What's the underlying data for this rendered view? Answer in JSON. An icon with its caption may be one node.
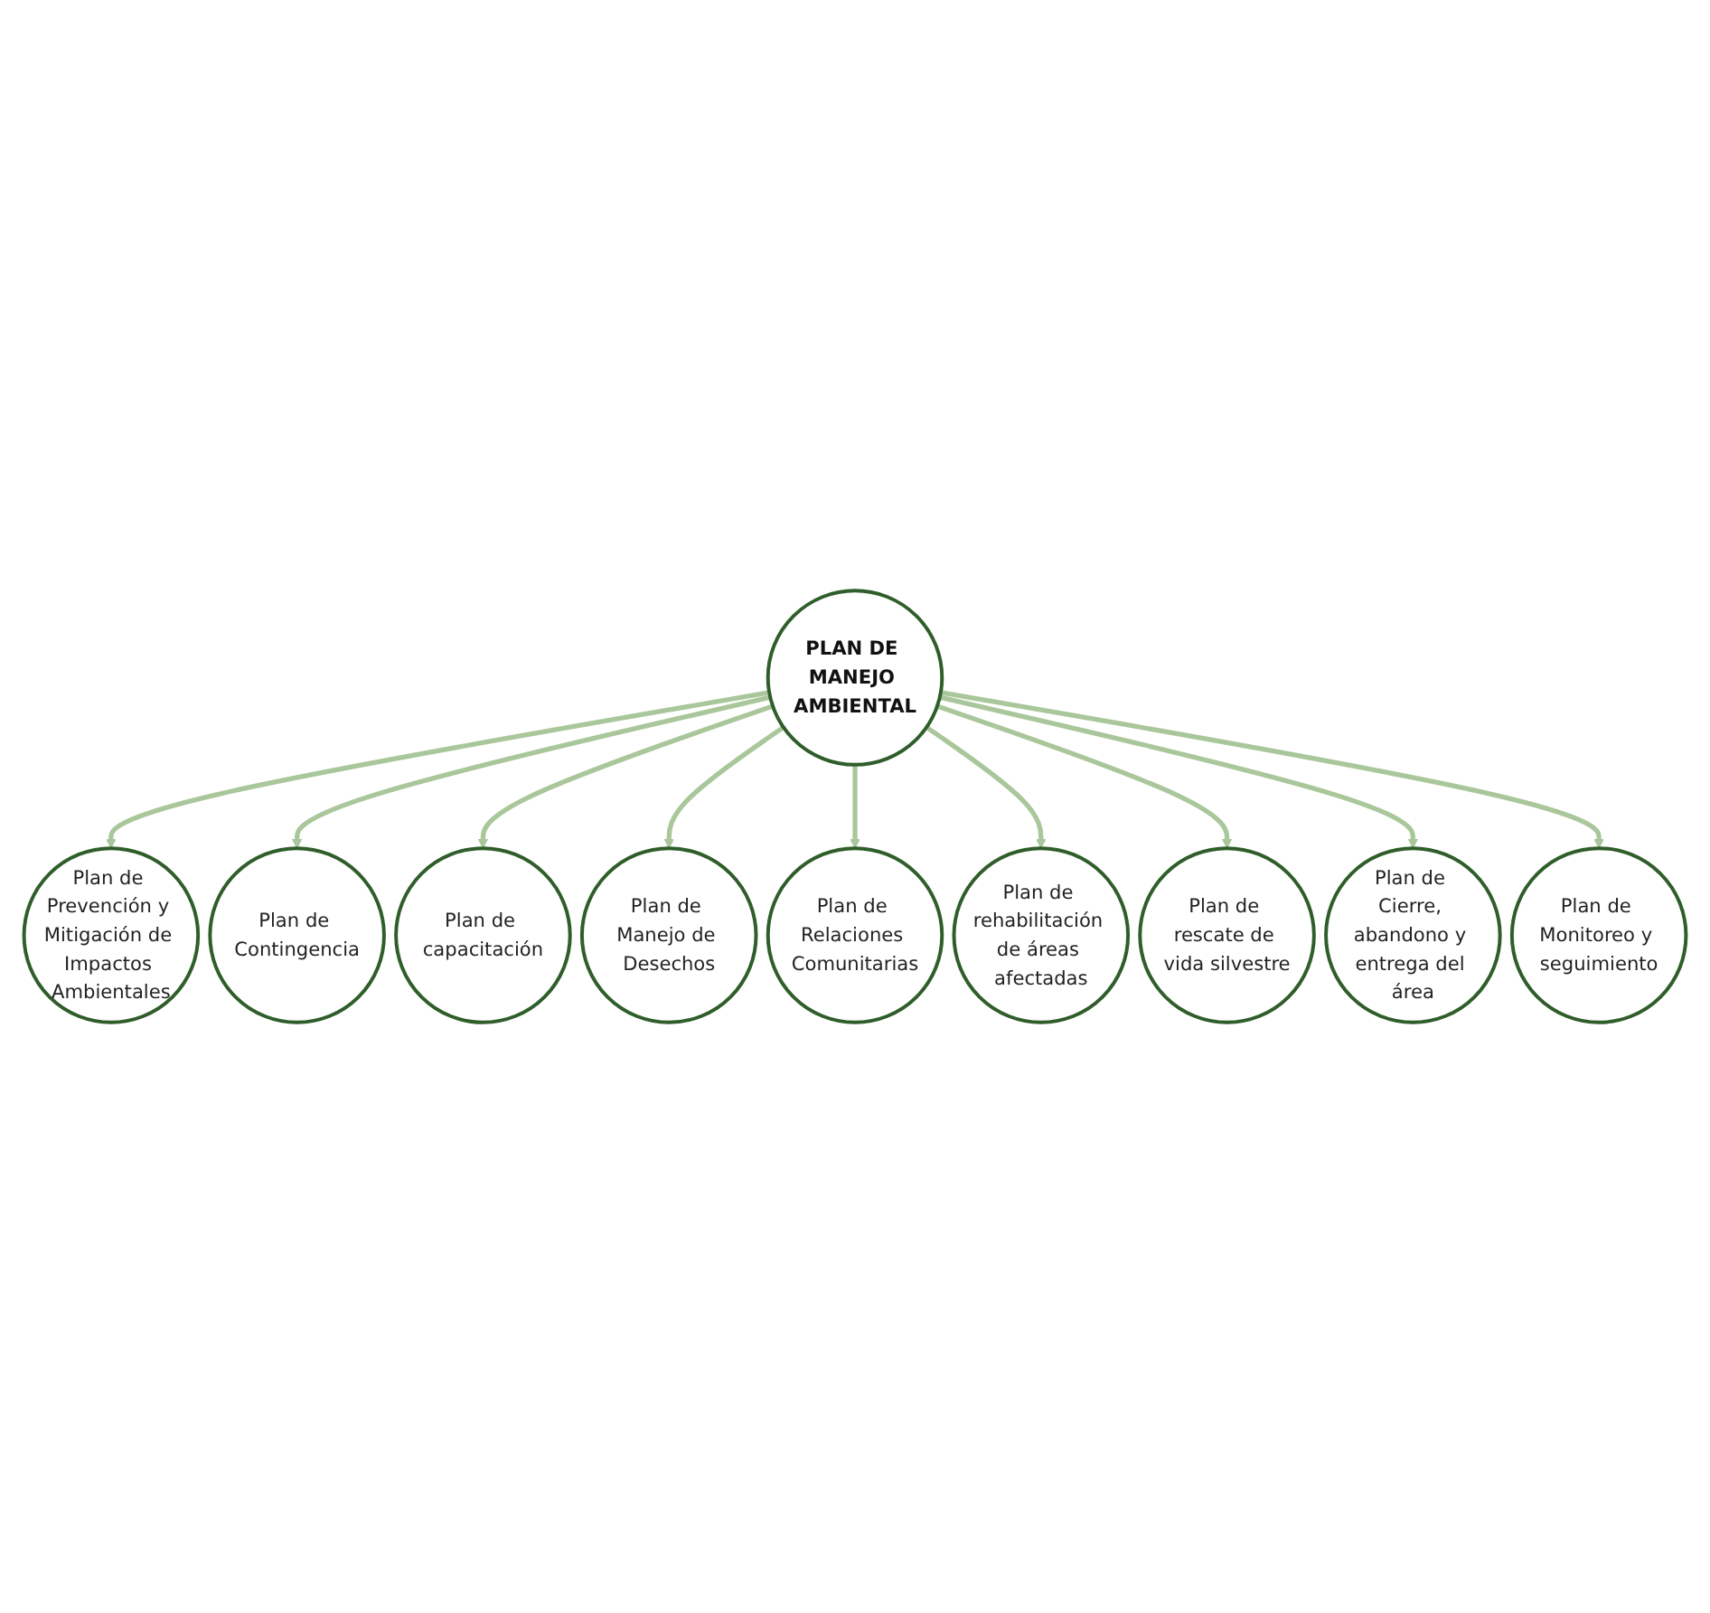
{
  "diagram": {
    "nodes": [
      {
        "text": [
          "PLAN DE MANEJO AMBIENTAL"
        ]
      },
      {
        "text": [
          "Plan de Prevención y Mitigación de Impactos Ambientales"
        ]
      },
      {
        "text": [
          "Plan de Contingencia"
        ]
      },
      {
        "text": [
          "Plan de capacitación"
        ]
      },
      {
        "text": [
          "Plan de Manejo de Desechos"
        ]
      },
      {
        "text": [
          "Plan de Relaciones Comunitarias"
        ]
      },
      {
        "text": [
          "Plan de rehabilitación de áreas afectadas"
        ]
      },
      {
        "text": [
          "Plan de rescate de vida silvestre"
        ]
      },
      {
        "text": [
          "Plan de Cierre, abandono y entrega del área"
        ]
      },
      {
        "text": [
          "Plan de Monitoreo y seguimiento"
        ]
      }
    ],
    "edges": [
      {
        "from": 0,
        "to": 1,
        "arrow": "to"
      },
      {
        "from": 0,
        "to": 2,
        "arrow": "to"
      },
      {
        "from": 0,
        "to": 3,
        "arrow": "to"
      },
      {
        "from": 0,
        "to": 4,
        "arrow": "to"
      },
      {
        "from": 0,
        "to": 5,
        "arrow": "to"
      },
      {
        "from": 0,
        "to": 6,
        "arrow": "to"
      },
      {
        "from": 0,
        "to": 7,
        "arrow": "to"
      },
      {
        "from": 0,
        "to": 8,
        "arrow": "to"
      },
      {
        "from": 0,
        "to": 9,
        "arrow": "to"
      }
    ]
  }
}
